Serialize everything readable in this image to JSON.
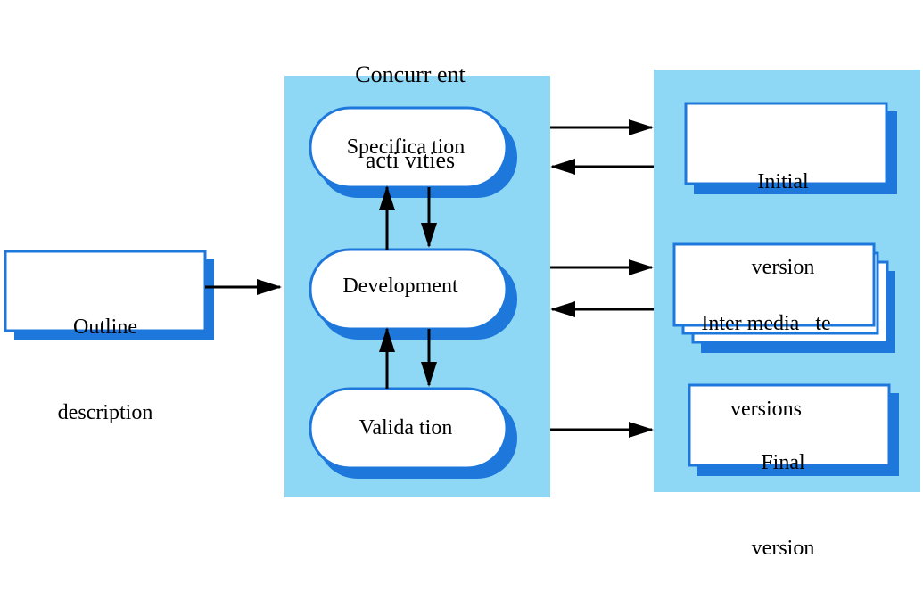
{
  "header": {
    "title_line1": "Concurr ent",
    "title_line2": "acti vities"
  },
  "outline": {
    "line1": "Outline",
    "line2": "description"
  },
  "activities": {
    "specification": "Specifica tion",
    "development": "Development",
    "validation": "Valida tion"
  },
  "versions": {
    "initial_line1": "Initial",
    "initial_line2": "version",
    "intermediate_line1": "Inter media   te",
    "intermediate_line2": "versions",
    "final_line1": "Final",
    "final_line2": "version"
  },
  "colors": {
    "panel": "#8fd8f5",
    "border": "#1e78dc",
    "arrow": "#000000"
  }
}
